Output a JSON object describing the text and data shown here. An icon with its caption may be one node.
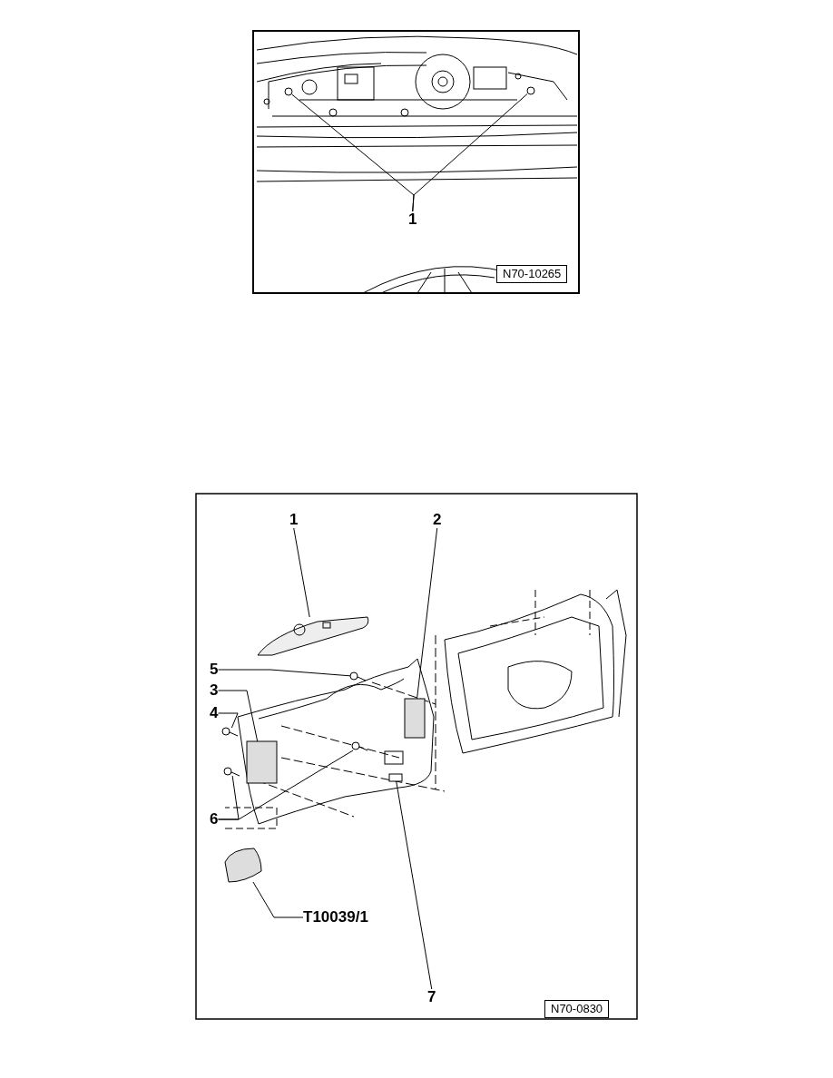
{
  "diagram": {
    "nodes": [
      {
        "text": [
          "1"
        ]
      },
      {
        "text": [
          "N70-10265"
        ]
      },
      {
        "text": [
          "1"
        ]
      },
      {
        "text": [
          "2"
        ]
      },
      {
        "text": [
          "5"
        ]
      },
      {
        "text": [
          "3"
        ]
      },
      {
        "text": [
          "4"
        ]
      },
      {
        "text": [
          "6"
        ]
      },
      {
        "text": [
          "T10039/1"
        ]
      },
      {
        "text": [
          "7"
        ]
      },
      {
        "text": [
          "N70-0830"
        ]
      },
      {
        "text": [],
        "shape": "circle"
      },
      {
        "text": [],
        "shape": "circle"
      },
      {
        "text": [],
        "shape": "picture"
      },
      {
        "text": [],
        "shape": "box"
      },
      {
        "text": [],
        "shape": "picture"
      },
      {
        "text": [],
        "shape": "box"
      },
      {
        "text": [],
        "shape": "picture"
      },
      {
        "text": [],
        "shape": "picture"
      },
      {
        "text": [],
        "shape": "picture"
      },
      {
        "text": [],
        "shape": "picture"
      },
      {
        "text": [],
        "shape": "box"
      }
    ],
    "edges": [
      {
        "from": 0,
        "to": 11,
        "arrow": "none"
      },
      {
        "from": 0,
        "to": 12,
        "arrow": "none"
      },
      {
        "from": 2,
        "to": 13,
        "arrow": "none"
      },
      {
        "from": 3,
        "to": 14,
        "arrow": "none"
      },
      {
        "from": 4,
        "to": 15,
        "arrow": "none"
      },
      {
        "from": 5,
        "to": 16,
        "arrow": "none"
      },
      {
        "from": 6,
        "to": 17,
        "arrow": "none"
      },
      {
        "from": 7,
        "to": 18,
        "arrow": "none"
      },
      {
        "from": 7,
        "to": 19,
        "arrow": "none"
      },
      {
        "from": 8,
        "to": 20,
        "arrow": "none"
      },
      {
        "from": 9,
        "to": 21,
        "arrow": "none"
      }
    ]
  }
}
